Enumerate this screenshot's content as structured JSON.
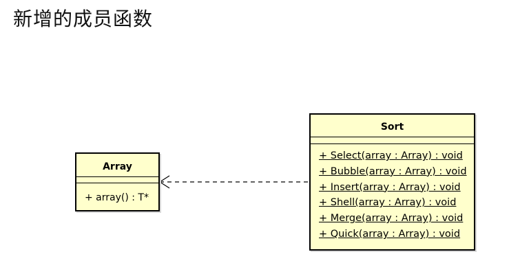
{
  "title": "新增的成员函数",
  "classes": {
    "array": {
      "name": "Array",
      "operations": [
        "+ array() : T*"
      ]
    },
    "sort": {
      "name": "Sort",
      "operations": [
        "+ Select(array : Array) : void",
        "+ Bubble(array : Array) : void",
        "+ Insert(array : Array) : void",
        "+ Shell(array : Array) : void",
        "+ Merge(array : Array) : void",
        "+ Quick(array : Array) : void"
      ]
    }
  },
  "relationship": {
    "type": "dependency",
    "from": "Sort",
    "to": "Array"
  }
}
